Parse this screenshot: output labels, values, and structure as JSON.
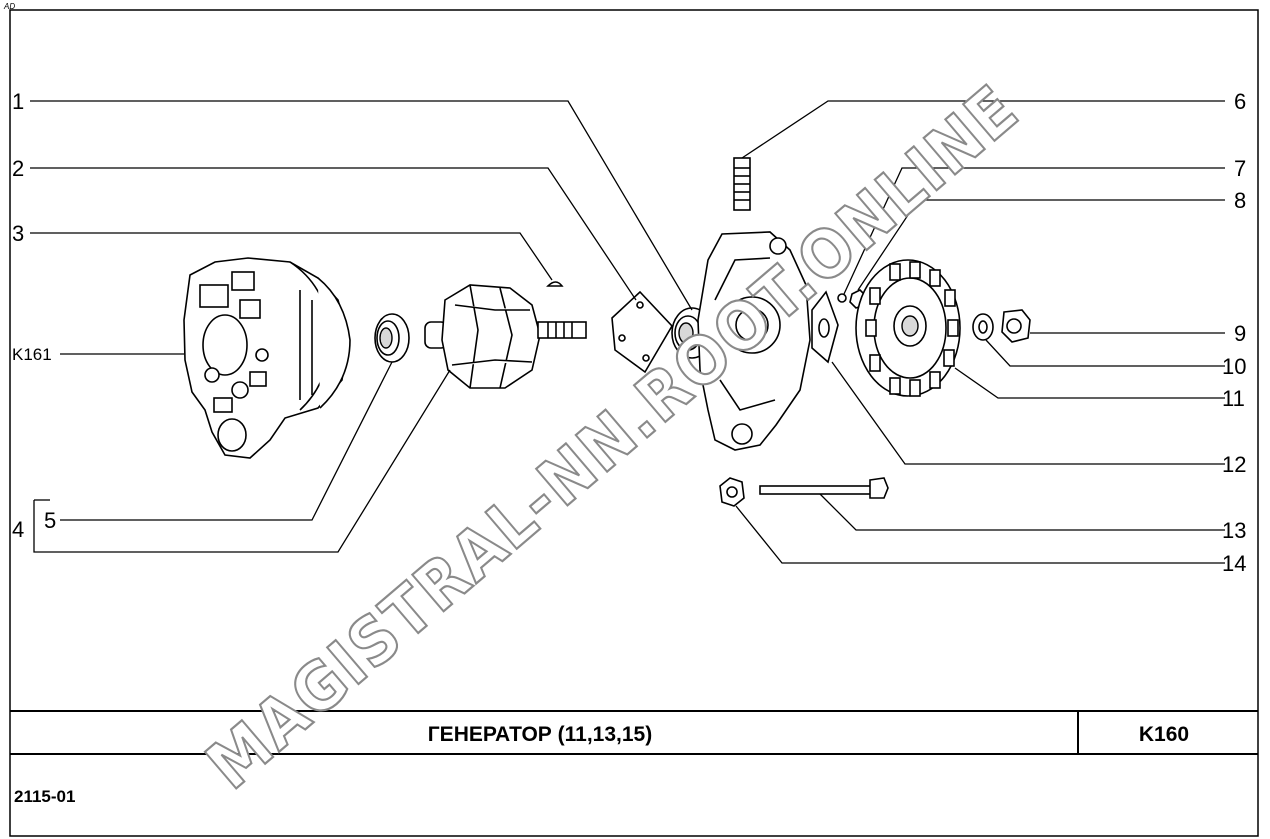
{
  "corner_mark": "AD",
  "watermark": "MAGISTRAL-NN.ROOT.ONLINE",
  "callouts": {
    "c1": "1",
    "c2": "2",
    "c3": "3",
    "c4": "4",
    "c5": "5",
    "c6": "6",
    "c7": "7",
    "c8": "8",
    "c9": "9",
    "c10": "10",
    "c11": "11",
    "c12": "12",
    "c13": "13",
    "c14": "14",
    "ref": "K161"
  },
  "title_block": {
    "title": "ГЕНЕРАТОР (11,13,15)",
    "code": "K160",
    "model": "2115-01"
  }
}
